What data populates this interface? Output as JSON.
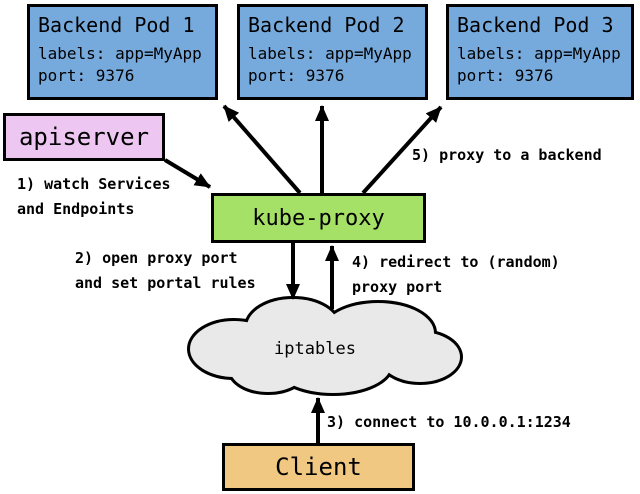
{
  "pods": [
    {
      "title": "Backend Pod 1",
      "labels_line": "labels: app=MyApp",
      "port_line": "port: 9376"
    },
    {
      "title": "Backend Pod 2",
      "labels_line": "labels: app=MyApp",
      "port_line": "port: 9376"
    },
    {
      "title": "Backend Pod 3",
      "labels_line": "labels: app=MyApp",
      "port_line": "port: 9376"
    }
  ],
  "apiserver": {
    "label": "apiserver"
  },
  "kube_proxy": {
    "label": "kube-proxy"
  },
  "iptables": {
    "label": "iptables"
  },
  "client": {
    "label": "Client"
  },
  "steps": [
    {
      "lines": [
        "1) watch Services",
        "and Endpoints"
      ]
    },
    {
      "lines": [
        "2) open proxy port",
        "and set portal rules"
      ]
    },
    {
      "lines": [
        "3) connect to 10.0.0.1:1234"
      ]
    },
    {
      "lines": [
        "4) redirect to (random)",
        "proxy port"
      ]
    },
    {
      "lines": [
        "5) proxy to a backend"
      ]
    }
  ],
  "colors": {
    "pod_fill": "#76aadd",
    "apiserver_fill": "#edc6f1",
    "kube_proxy_fill": "#a5e167",
    "client_fill": "#f0c882",
    "cloud_fill": "#e9e9e9",
    "border": "#000000",
    "arrow": "#000000",
    "background": "#ffffff"
  }
}
